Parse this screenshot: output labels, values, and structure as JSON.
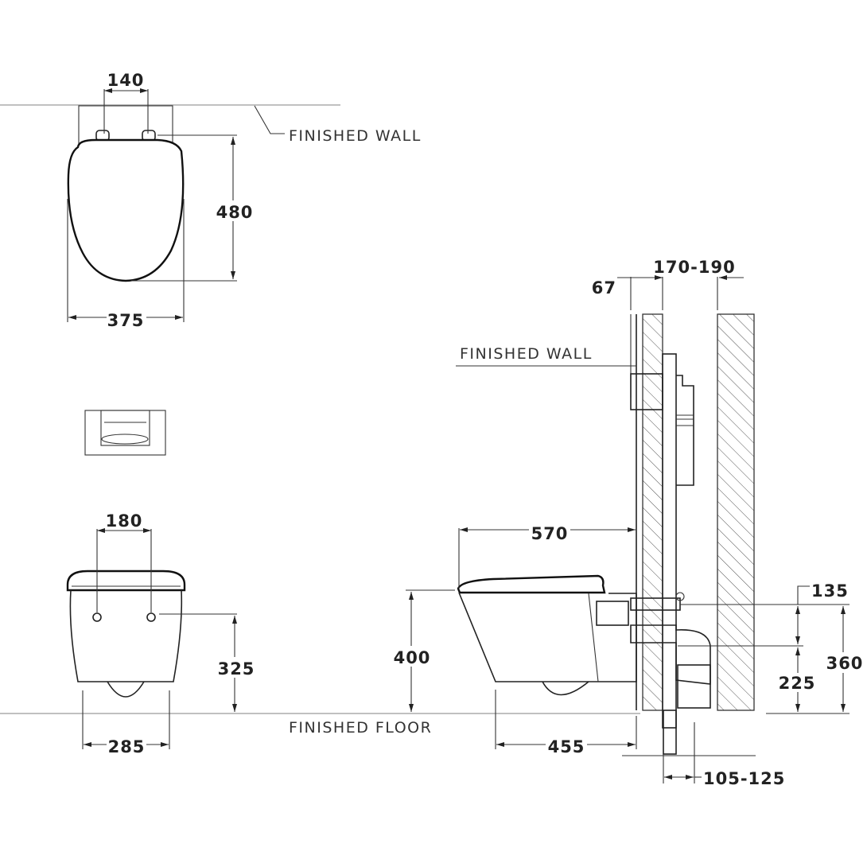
{
  "title": "Wall-hung toilet installation dimensions",
  "labels": {
    "finished_wall_top": "FINISHED  WALL",
    "finished_wall_side": "FINISHED  WALL",
    "finished_floor": "FINISHED  FLOOR"
  },
  "top_view": {
    "hinge_spacing": "140",
    "depth": "480",
    "width": "375"
  },
  "front_view": {
    "hole_spacing": "180",
    "hole_height": "325",
    "base_width": "285"
  },
  "side_view": {
    "length": "570",
    "rim_height": "400",
    "base_depth": "455",
    "finish_thickness": "67",
    "frame_depth": "170-190",
    "inlet_offset": "135",
    "inlet_height": "360",
    "outlet_height": "225",
    "drain_offset": "105-125"
  }
}
